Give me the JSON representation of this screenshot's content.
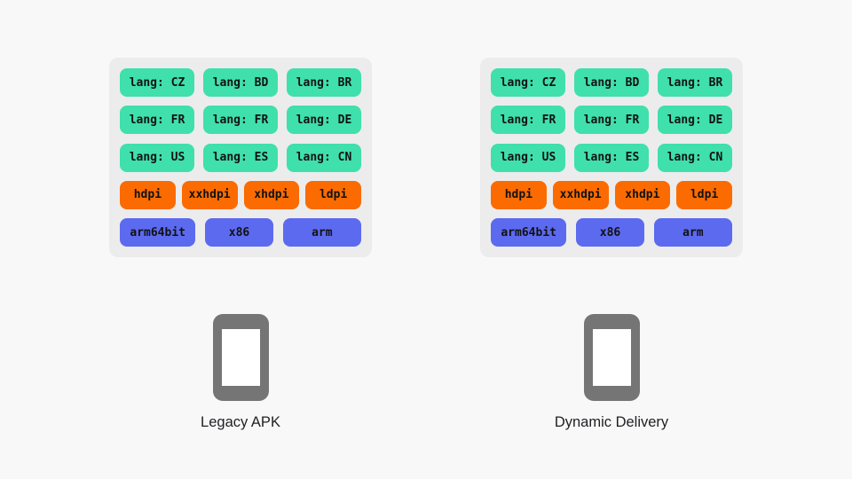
{
  "colors": {
    "background": "#f8f8f8",
    "panel": "#ececec",
    "teal": "#3fe0ab",
    "orange": "#fb6b00",
    "blue": "#5c6af0",
    "chip_text": "#121212",
    "phone": "#757575",
    "caption_text": "#202124"
  },
  "panels": [
    {
      "label": "Legacy APK",
      "rows": [
        {
          "chips": [
            "lang: CZ",
            "lang: BD",
            "lang: BR"
          ]
        },
        {
          "chips": [
            "lang: FR",
            "lang: FR",
            "lang: DE"
          ]
        },
        {
          "chips": [
            "lang: US",
            "lang: ES",
            "lang: CN"
          ]
        },
        {
          "chips": [
            "hdpi",
            "xxhdpi",
            "xhdpi",
            "ldpi"
          ]
        },
        {
          "chips": [
            "arm64bit",
            "x86",
            "arm"
          ]
        }
      ]
    },
    {
      "label": "Dynamic Delivery",
      "rows": [
        {
          "chips": [
            "lang: CZ",
            "lang: BD",
            "lang: BR"
          ]
        },
        {
          "chips": [
            "lang: FR",
            "lang: FR",
            "lang: DE"
          ]
        },
        {
          "chips": [
            "lang: US",
            "lang: ES",
            "lang: CN"
          ]
        },
        {
          "chips": [
            "hdpi",
            "xxhdpi",
            "xhdpi",
            "ldpi"
          ]
        },
        {
          "chips": [
            "arm64bit",
            "x86",
            "arm"
          ]
        }
      ]
    }
  ]
}
